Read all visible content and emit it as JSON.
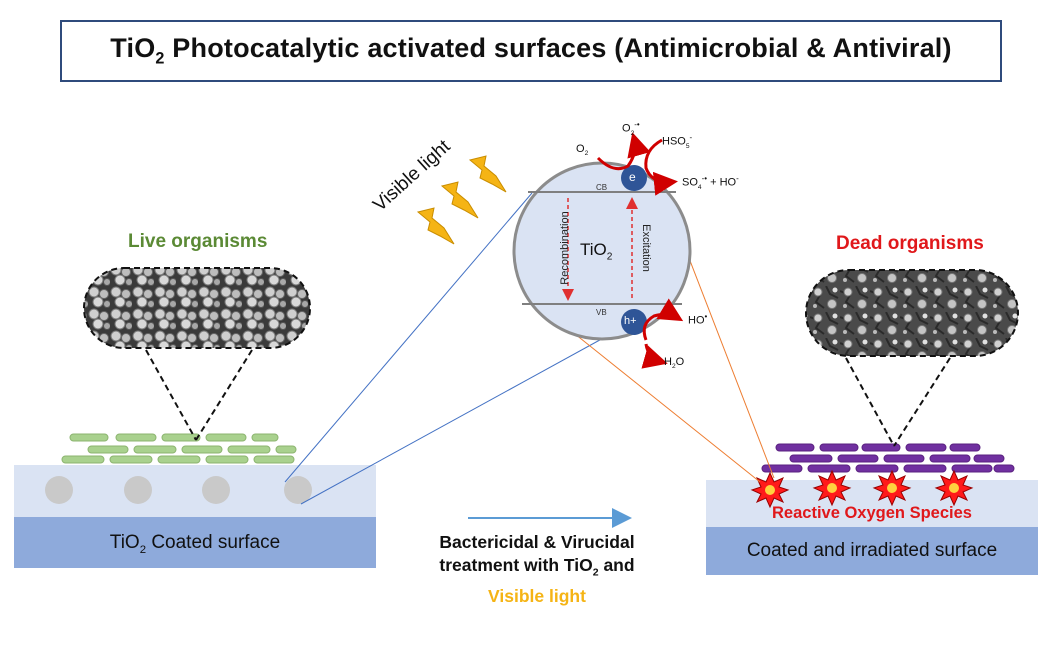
{
  "title": {
    "main": "TiO",
    "sub": "2",
    "rest": " Photocatalytic activated surfaces (Antimicrobial & Antiviral)"
  },
  "visible_light_label": "Visible light",
  "left": {
    "organisms_label": "Live organisms",
    "surface_label_main": "TiO",
    "surface_label_sub": "2",
    "surface_label_rest": " Coated surface"
  },
  "right": {
    "organisms_label": "Dead organisms",
    "ros_label": "Reactive Oxygen Species",
    "surface_label": "Coated and irradiated surface"
  },
  "center_caption": {
    "line1": "Bactericidal & Virucidal",
    "line2_main": "treatment with TiO",
    "line2_sub": "2",
    "line2_rest": " and",
    "line3": "Visible light"
  },
  "particle": {
    "core_main": "TiO",
    "core_sub": "2",
    "cb_label": "CB",
    "vb_label": "VB",
    "electron": "e",
    "hole": "h+",
    "recombination": "Recombination",
    "excitation": "Excitation",
    "o2_main": "O",
    "o2_sub": "2",
    "o2rad_main": "O",
    "o2rad_sub": "2",
    "o2rad_sup": "-•",
    "hso5_main": "HSO",
    "hso5_sub": "5",
    "hso5_sup": "-",
    "so4_main": "SO",
    "so4_sub": "4",
    "so4_sup": "-•",
    "so4_rest": " + HO",
    "so4_rest_sup": "-",
    "ho_main": "HO",
    "ho_sup": "•",
    "h2o_main": "H",
    "h2o_sub": "2",
    "h2o_rest": "O"
  },
  "colors": {
    "title_border": "#2f4b7c",
    "surface_light": "#dae3f3",
    "surface_dark": "#8eaadb",
    "live_bacteria": "#a9d18e",
    "dead_bacteria": "#7030a0",
    "label_green": "#5b8a35",
    "label_red": "#e0181b",
    "lightning": "#f5b415",
    "particle_fill": "#dae3f3",
    "charge_dot": "#2f5597",
    "arrow_red": "#d00000",
    "connector_blue": "#4472c4",
    "connector_orange": "#ed7d31"
  },
  "icons": [
    "lightning-bolt-icon",
    "starburst-icon",
    "curved-arrow-icon",
    "right-arrow-icon"
  ]
}
